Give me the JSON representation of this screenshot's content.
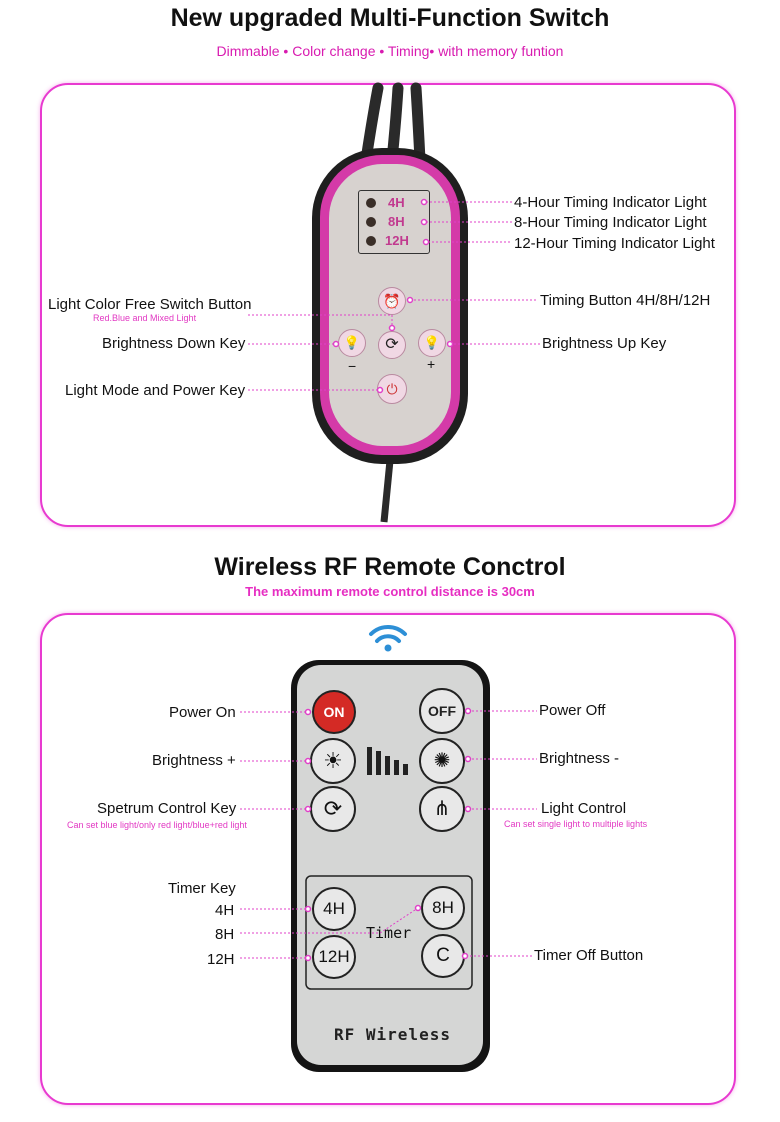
{
  "header": {
    "title": "New upgraded Multi-Function Switch",
    "subtitle": "Dimmable • Color change • Timing• with memory funtion"
  },
  "switch": {
    "indicators": [
      "4H",
      "8H",
      "12H"
    ],
    "labels": {
      "timing4": "4-Hour Timing Indicator Light",
      "timing8": "8-Hour Timing Indicator Light",
      "timing12": "12-Hour Timing Indicator Light",
      "color_switch": "Light Color Free Switch Button",
      "color_switch_sub": "Red.Blue and Mixed Light",
      "timing_button": "Timing Button 4H/8H/12H",
      "brightness_down": "Brightness Down Key",
      "brightness_up": "Brightness Up Key",
      "power": "Light Mode and Power Key"
    },
    "minus": "−",
    "plus": "+"
  },
  "remote_section": {
    "title": "Wireless RF Remote Conctrol",
    "subtitle": "The maximum remote control distance is 30cm"
  },
  "remote": {
    "buttons": {
      "on": "ON",
      "off": "OFF",
      "t4": "4H",
      "t8": "8H",
      "t12": "12H",
      "c": "C"
    },
    "timer_caption": "Timer",
    "brand": "RF Wireless",
    "labels": {
      "power_on": "Power On",
      "power_off": "Power Off",
      "bright_plus": "Brightness +",
      "bright_minus": "Brightness -",
      "spectrum": "Spetrum Control Key",
      "spectrum_sub": "Can set blue light/only red light/blue+red light",
      "light_control": "Light Control",
      "light_control_sub": "Can set single light to multiple lights",
      "timer_key": "Timer Key",
      "t4": "4H",
      "t8": "8H",
      "t12": "12H",
      "timer_off": "Timer Off Button"
    }
  },
  "colors": {
    "accent": "#e83ad0",
    "on_button": "#d42a25",
    "wifi": "#2d8fd6"
  }
}
